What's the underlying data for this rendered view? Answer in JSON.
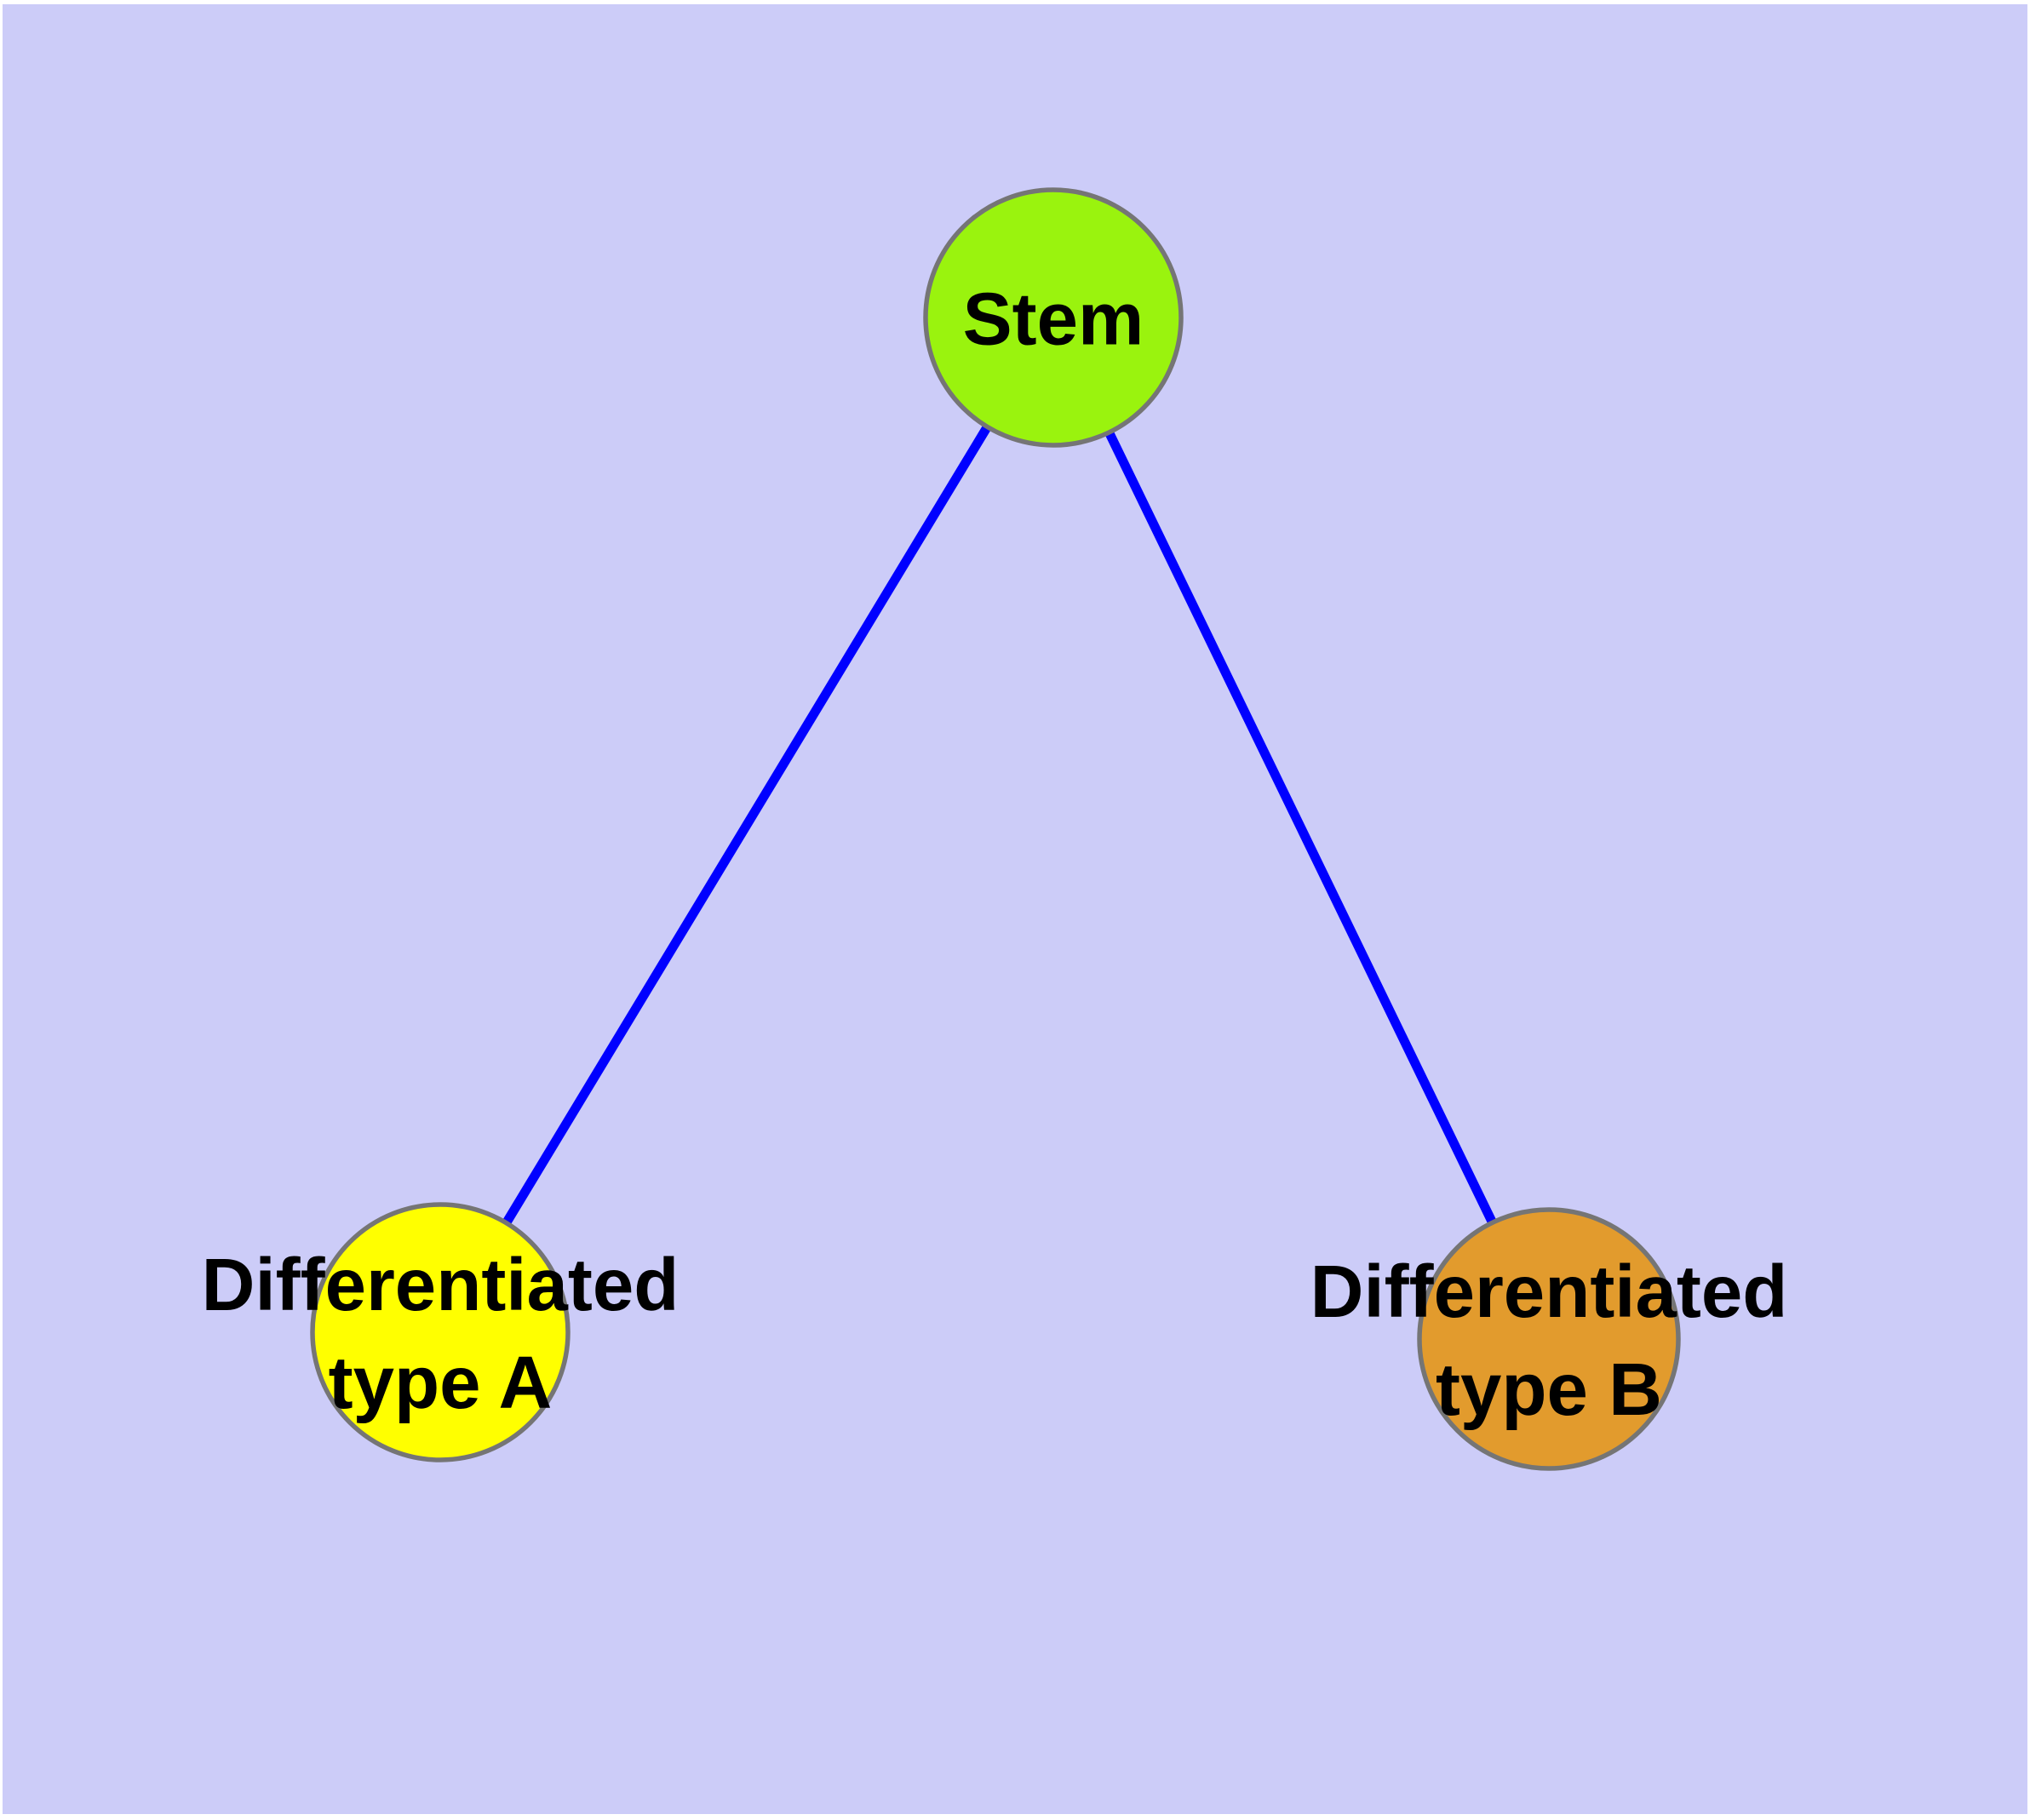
{
  "diagram": {
    "type": "graph",
    "colors": {
      "plot_background": "#CCCCF8",
      "page_margin": "#FFFFFF",
      "edge": "#0000FF",
      "node_border": "#757575",
      "label_text": "#000000"
    },
    "nodes": [
      {
        "id": "stem",
        "label": "Stem",
        "color": "#9AF30E"
      },
      {
        "id": "type-a",
        "label": "Differentiated\ntype A",
        "color": "#FFFF00"
      },
      {
        "id": "type-b",
        "label": "Differentiated\ntype B",
        "color": "#E29B2D"
      }
    ],
    "edges": [
      {
        "from": "Stem",
        "to": "Differentiated type A"
      },
      {
        "from": "Stem",
        "to": "Differentiated type B"
      }
    ]
  }
}
